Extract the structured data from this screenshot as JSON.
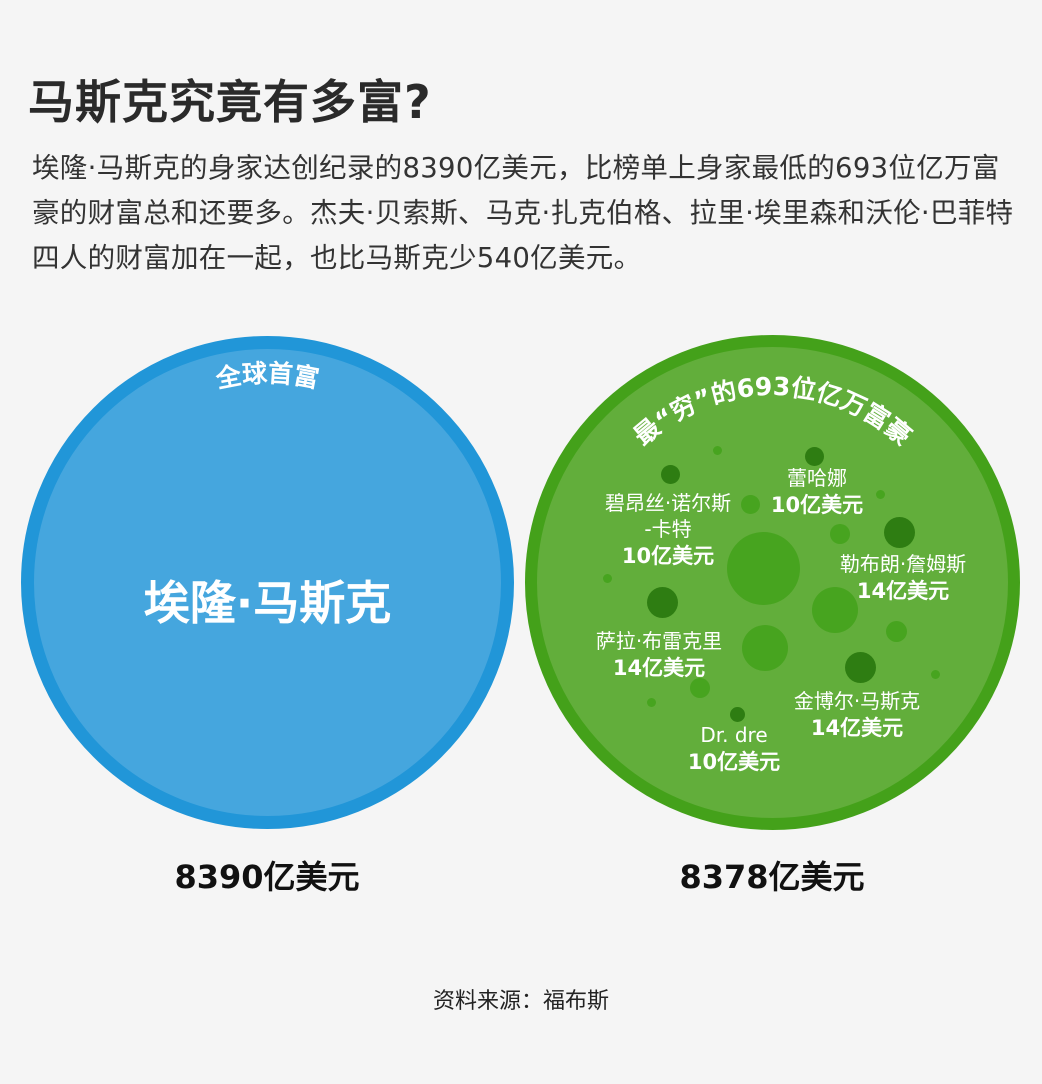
{
  "header": {
    "title": "马斯克究竟有多富?",
    "intro": "埃隆·马斯克的身家达创纪录的8390亿美元，比榜单上身家最低的693位亿万富豪的财富总和还要多。杰夫·贝索斯、马克·扎克伯格、拉里·埃里森和沃伦·巴菲特四人的财富加在一起，也比马斯克少540亿美元。"
  },
  "left_circle": {
    "arc_label": "全球首富",
    "name": "埃隆·马斯克",
    "amount": "8390亿美元",
    "colors": {
      "ring": "#2196d8",
      "fill": "#45a6de"
    }
  },
  "right_circle": {
    "arc_label": "最“穷”的693位亿万富豪",
    "amount": "8378亿美元",
    "colors": {
      "ring": "#44a11a",
      "fill": "#62ae3b",
      "bubble_dark": "#2e7d12",
      "bubble_light": "#47a41f"
    },
    "people": [
      {
        "name": "蕾哈娜",
        "value": "10亿美元"
      },
      {
        "name": "碧昂丝·诺尔斯\n-卡特",
        "value": "10亿美元"
      },
      {
        "name": "勒布朗·詹姆斯",
        "value": "14亿美元"
      },
      {
        "name": "萨拉·布雷克里",
        "value": "14亿美元"
      },
      {
        "name": "金博尔·马斯克",
        "value": "14亿美元"
      },
      {
        "name": "Dr. dre",
        "value": "10亿美元"
      }
    ]
  },
  "footer": {
    "source": "资料来源：福布斯"
  },
  "chart_data": {
    "type": "bubble-comparison",
    "title": "马斯克究竟有多富?",
    "series": [
      {
        "name": "埃隆·马斯克（全球首富）",
        "value": 8390,
        "unit": "亿美元"
      },
      {
        "name": "最“穷”的693位亿万富豪",
        "value": 8378,
        "unit": "亿美元"
      }
    ],
    "examples": [
      {
        "name": "蕾哈娜",
        "value": 10
      },
      {
        "name": "碧昂丝·诺尔斯-卡特",
        "value": 10
      },
      {
        "name": "勒布朗·詹姆斯",
        "value": 14
      },
      {
        "name": "萨拉·布雷克里",
        "value": 14
      },
      {
        "name": "金博尔·马斯克",
        "value": 14
      },
      {
        "name": "Dr. dre",
        "value": 10
      }
    ],
    "source": "资料来源：福布斯"
  }
}
